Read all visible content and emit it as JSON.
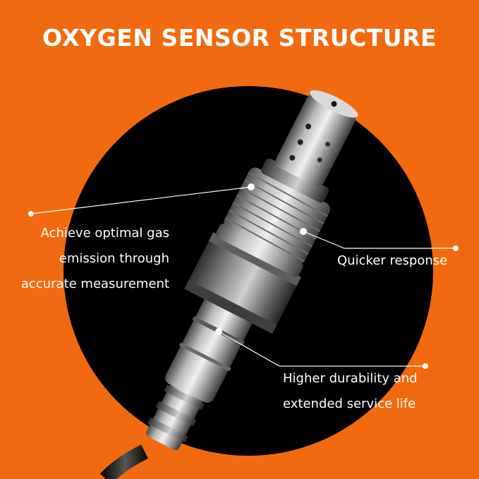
{
  "title": "OXYGEN SENSOR STRUCTURE",
  "colors": {
    "background": "#f26a0f",
    "circle": "#000000",
    "text": "#ffffff"
  },
  "callouts": {
    "gas": {
      "lines": [
        "Achieve optimal gas",
        "emission through",
        "accurate measurement"
      ]
    },
    "response": {
      "text": "Quicker response"
    },
    "durability": {
      "lines": [
        "Higher durability and",
        "extended service life"
      ]
    }
  },
  "product": "oxygen-sensor-image"
}
